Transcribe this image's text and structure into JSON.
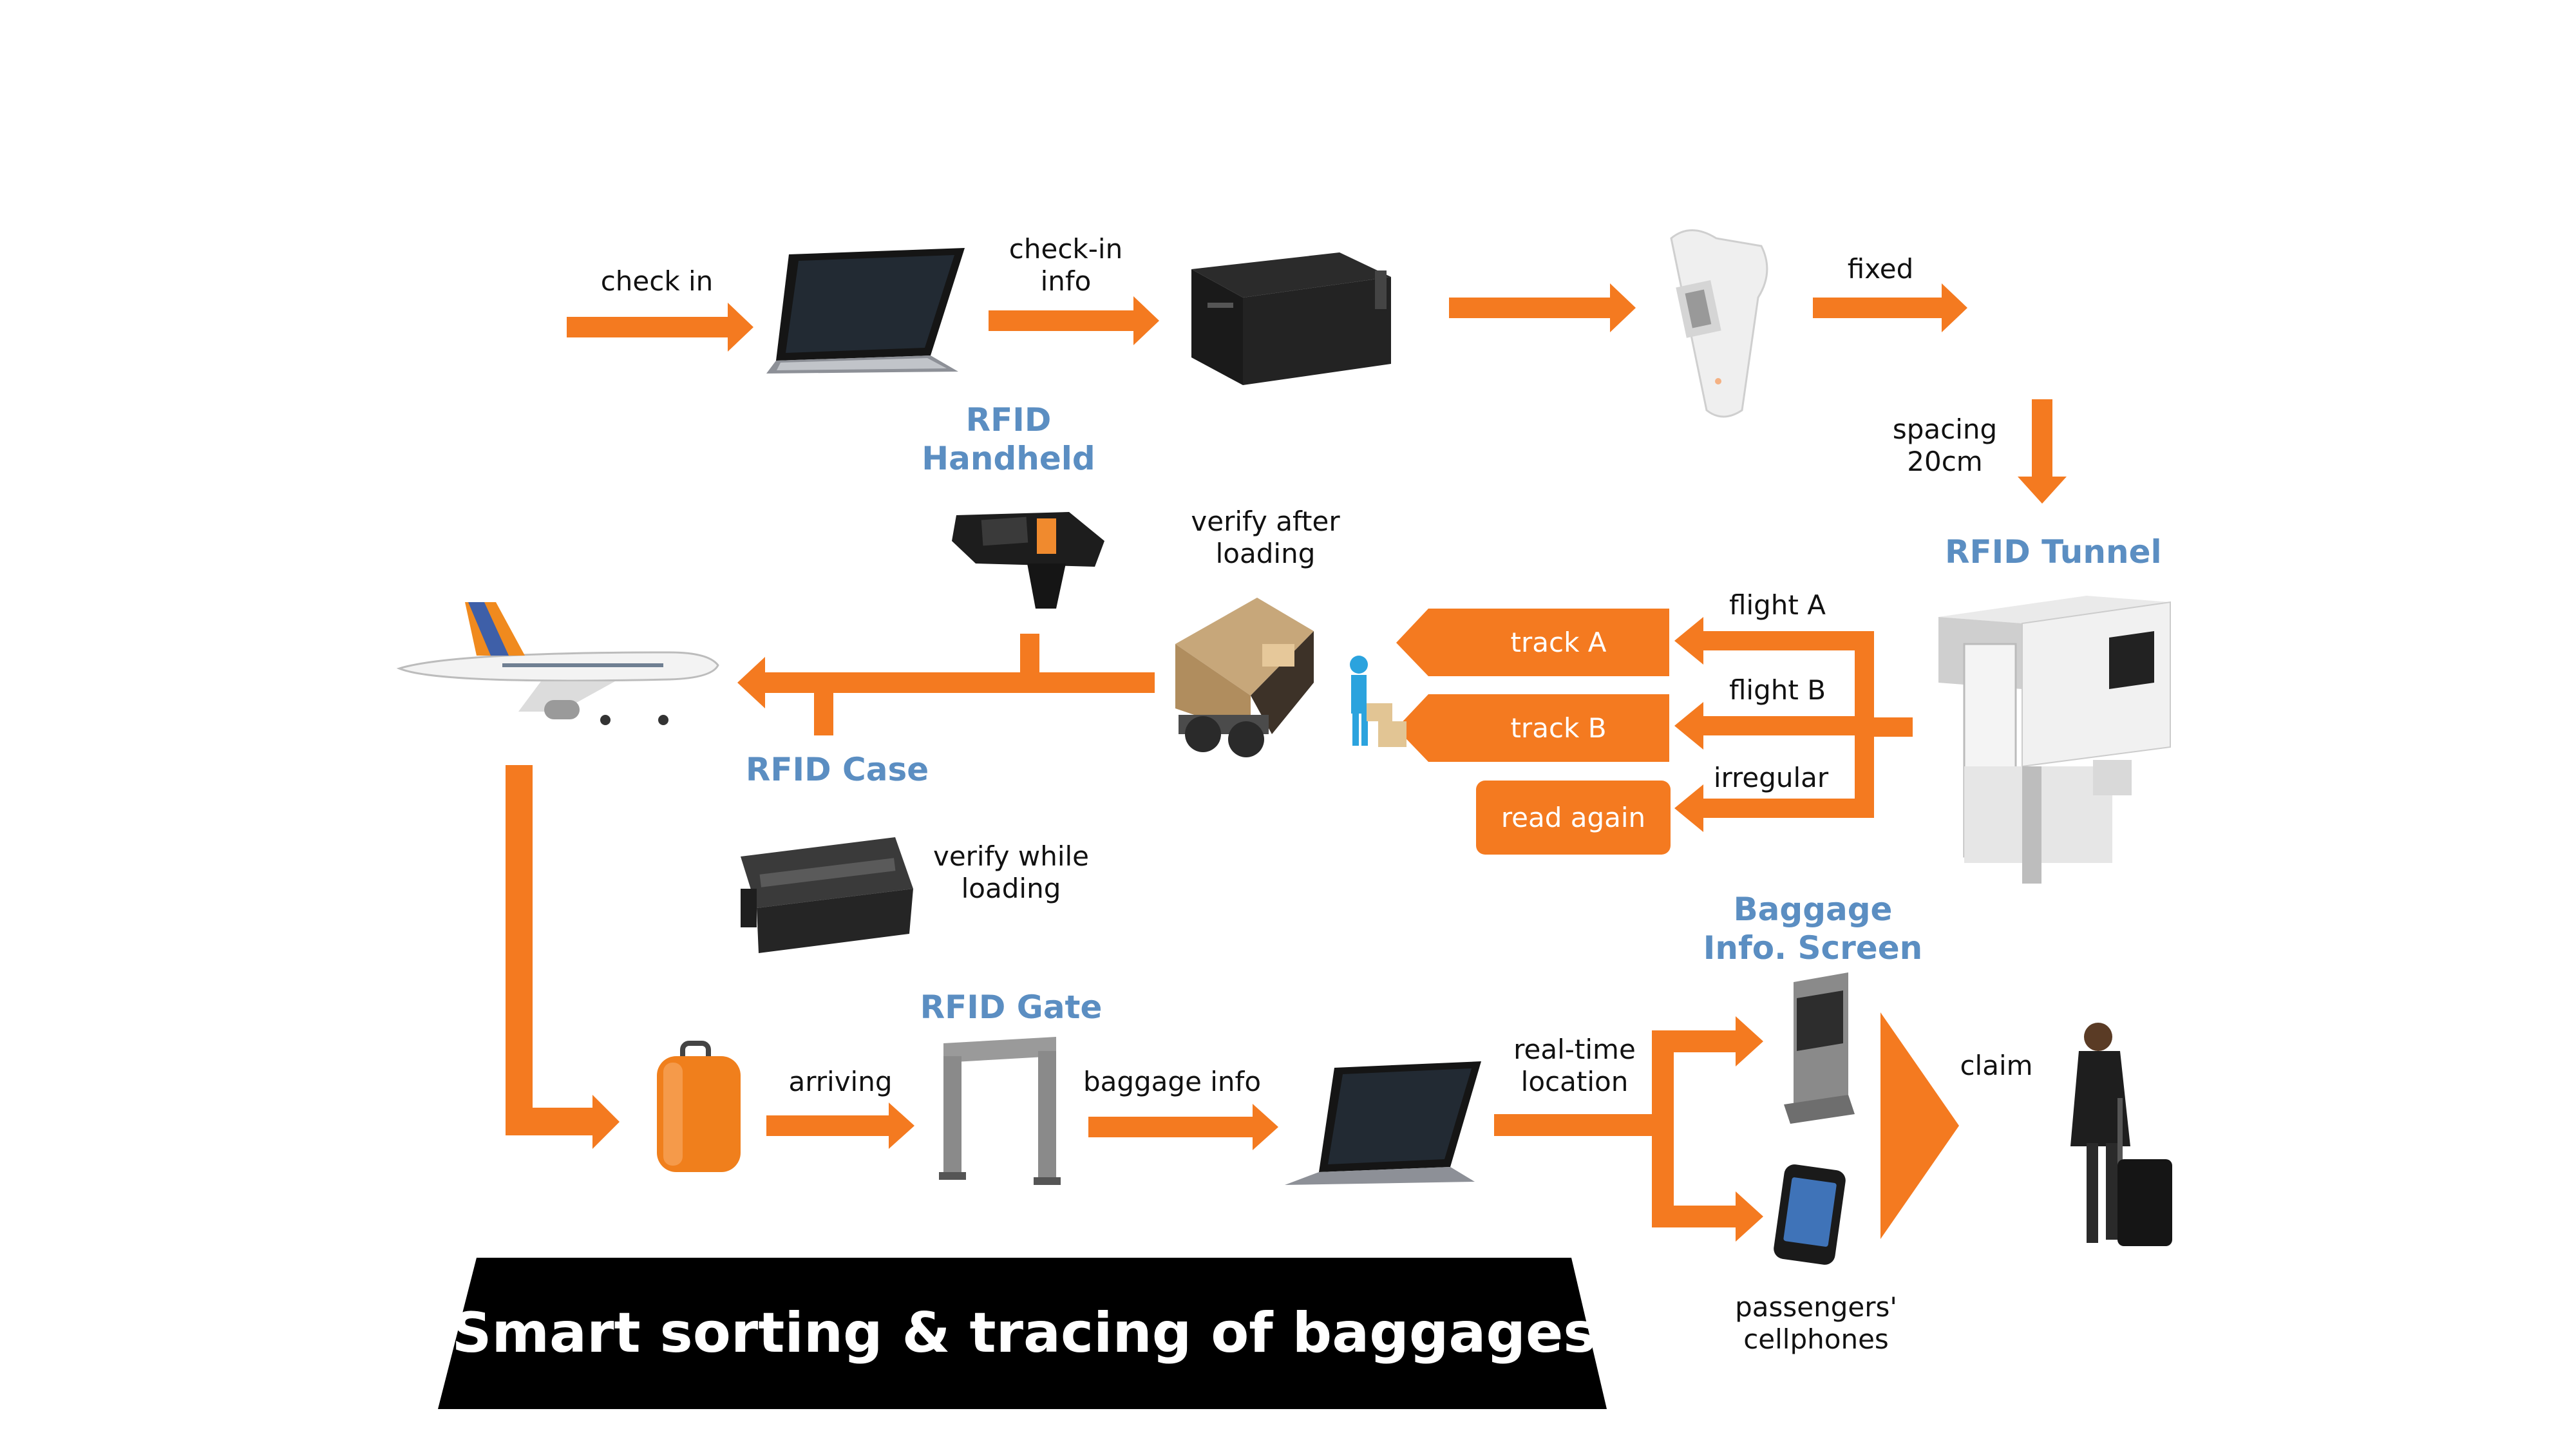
{
  "colors": {
    "arrow": "#f47a20",
    "label_blue": "#5b8ec2",
    "banner": "#000000",
    "text": "#111111"
  },
  "flow_labels": {
    "check_in": "check in",
    "check_in_info_1": "check-in",
    "check_in_info_2": "info",
    "fixed": "fixed",
    "spacing_1": "spacing",
    "spacing_2": "20cm",
    "verify_after_1": "verify after",
    "verify_after_2": "loading",
    "flight_a": "flight A",
    "flight_b": "flight B",
    "irregular": "irregular",
    "verify_while_1": "verify while",
    "verify_while_2": "loading",
    "arriving": "arriving",
    "baggage_info": "baggage info",
    "realtime_1": "real-time",
    "realtime_2": "location",
    "claim": "claim",
    "cellphones_1": "passengers'",
    "cellphones_2": "cellphones"
  },
  "device_labels": {
    "rfid_handheld_1": "RFID",
    "rfid_handheld_2": "Handheld",
    "rfid_tunnel": "RFID Tunnel",
    "rfid_case": "RFID Case",
    "rfid_gate": "RFID Gate",
    "screen_1": "Baggage",
    "screen_2": "Info. Screen"
  },
  "boxes": {
    "track_a": "track A",
    "track_b": "track B",
    "read_again": "read again"
  },
  "banner": {
    "title": "Smart sorting & tracing of baggages"
  },
  "icons": [
    "laptop-icon",
    "tag-printer-icon",
    "baggage-tag-icon",
    "rfid-handheld-icon",
    "truck-loading-icon",
    "rfid-tunnel-icon",
    "airplane-icon",
    "rfid-case-icon",
    "suitcase-icon",
    "rfid-gate-icon",
    "info-screen-icon",
    "cellphone-icon",
    "traveler-icon"
  ]
}
